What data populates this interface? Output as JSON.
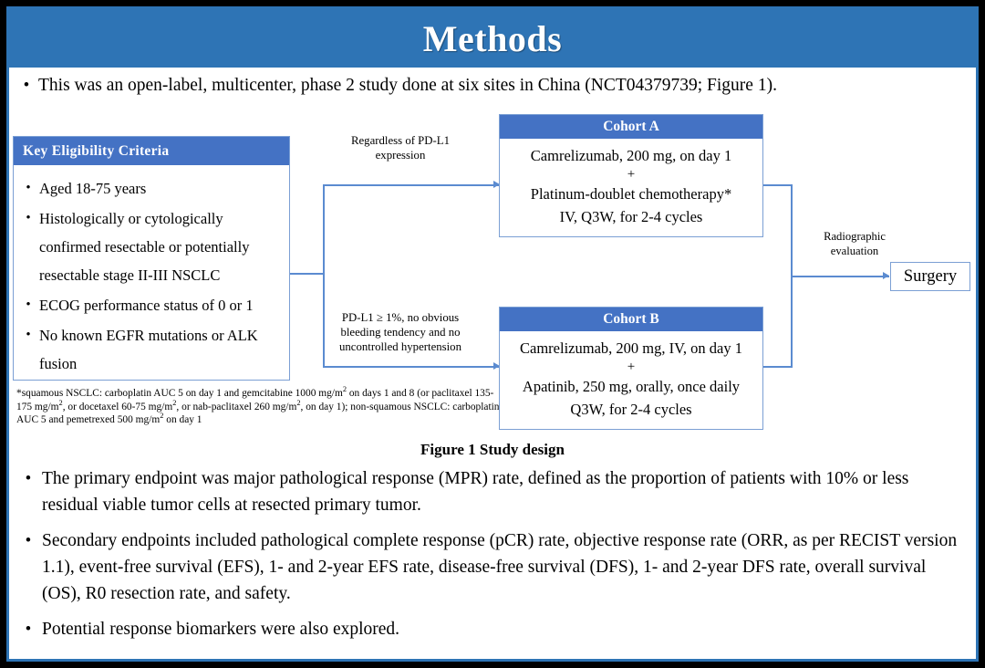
{
  "slide": {
    "title": "Methods",
    "intro_bullet": "This was an open-label, multicenter, phase 2 study done at six sites in China (NCT04379739; Figure 1).",
    "caption": "Figure 1 Study design",
    "colors": {
      "title_bar": "#2E74B5",
      "box_header": "#4472C4",
      "box_border": "#7B9FD4",
      "connector": "#5B8BD0",
      "frame": "#2E74B5",
      "background": "#FFFFFF",
      "outer": "#000000"
    }
  },
  "eligibility": {
    "header": "Key  Eligibility Criteria",
    "items": [
      "Aged 18-75 years",
      "Histologically or cytologically confirmed resectable or potentially resectable stage II-III NSCLC",
      "ECOG performance status of 0 or 1",
      "No known EGFR mutations or ALK fusion"
    ]
  },
  "footnote": {
    "line1_a": "*squamous NSCLC: carboplatin AUC 5 on day 1 and gemcitabine 1000 mg/m",
    "line1_sup": "2",
    "line1_b": " on days 1 and 8 (or paclitaxel 135-175 mg/m",
    "line2_sup": "2",
    "line2_b": ", or docetaxel 60-75 mg/m",
    "line3_sup": "2",
    "line3_b": ", or nab-paclitaxel 260 mg/m",
    "line4_sup": "2",
    "line4_b": ", on day 1); non-squamous NSCLC: carboplatin AUC 5 and pemetrexed 500 mg/m",
    "line5_sup": "2",
    "line5_b": " on day 1"
  },
  "cohorts": [
    {
      "header": "Cohort A",
      "line1": "Camrelizumab, 200 mg, on day 1",
      "plus": "+",
      "line2": "Platinum-doublet chemotherapy*",
      "line3": "IV, Q3W, for 2-4 cycles"
    },
    {
      "header": "Cohort B",
      "line1": "Camrelizumab, 200 mg, IV, on day 1",
      "plus": "+",
      "line2": "Apatinib, 250 mg, orally, once daily",
      "line3": "Q3W, for 2-4 cycles"
    }
  ],
  "connectors": {
    "top_label_line1": "Regardless of PD-L1",
    "top_label_line2": "expression",
    "bottom_label_line1": "PD-L1 ≥ 1%, no obvious",
    "bottom_label_line2": "bleeding tendency and no",
    "bottom_label_line3": "uncontrolled hypertension",
    "right_label_line1": "Radiographic",
    "right_label_line2": "evaluation"
  },
  "surgery": {
    "label": "Surgery"
  },
  "body_bullets": [
    "The primary endpoint was major pathological response (MPR) rate, defined as the proportion of patients with 10% or less residual viable tumor cells at resected primary tumor.",
    "Secondary endpoints included pathological complete response (pCR) rate, objective response rate (ORR, as per RECIST version 1.1), event-free survival (EFS), 1- and 2-year EFS rate, disease-free survival (DFS), 1- and 2-year DFS rate, overall survival (OS), R0 resection rate, and safety.",
    "Potential response biomarkers were also explored."
  ],
  "bullet_glyph": "•"
}
